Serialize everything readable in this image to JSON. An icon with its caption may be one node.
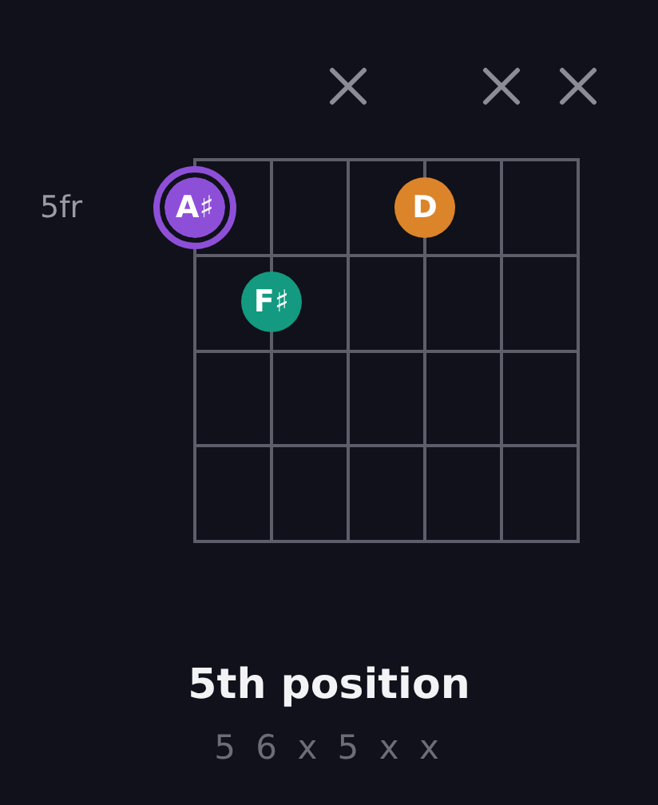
{
  "diagram": {
    "title": "5th position",
    "caption": "5 6 x 5 x x",
    "nodes": [
      {
        "text": [
          "A♯"
        ]
      },
      {
        "text": [
          "D"
        ]
      },
      {
        "text": [
          "F♯"
        ]
      }
    ],
    "labels": [
      "5fr"
    ]
  }
}
